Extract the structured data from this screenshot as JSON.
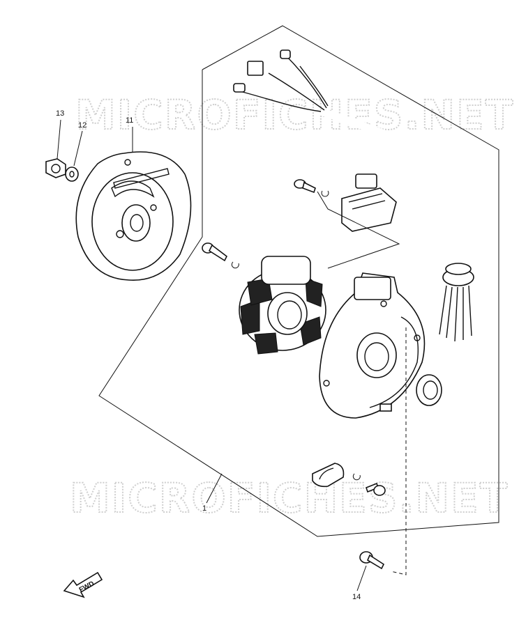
{
  "watermark": {
    "text": "MICROFICHES.NET"
  },
  "callouts": {
    "p1": "1",
    "p11": "11",
    "p12": "12",
    "p13": "13",
    "p14": "14"
  },
  "fwd_label": "FWD"
}
